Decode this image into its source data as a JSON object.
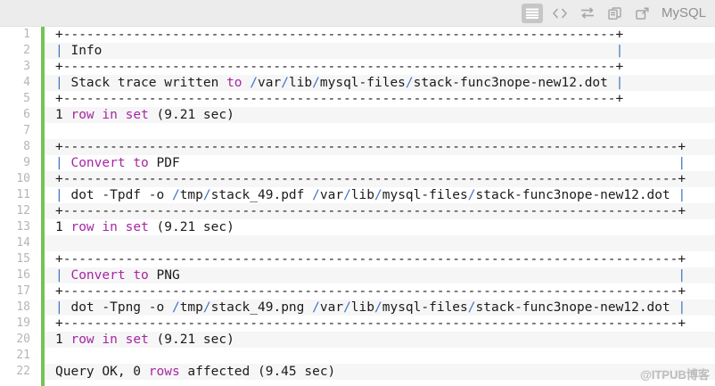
{
  "toolbar": {
    "label": "MySQL",
    "icons": [
      {
        "name": "show-plain-text-icon",
        "active": true
      },
      {
        "name": "view-source-icon",
        "active": false
      },
      {
        "name": "wrap-lines-icon",
        "active": false
      },
      {
        "name": "copy-icon",
        "active": false
      },
      {
        "name": "open-in-new-window-icon",
        "active": false
      }
    ]
  },
  "code": {
    "keyword_color": "#a626a4",
    "operator_color": "#3e74c0",
    "green_bar_color": "#74c455",
    "lines": [
      {
        "n": 1,
        "tokens": [
          [
            "+-----------------------------------------------------------------------+",
            "p"
          ]
        ]
      },
      {
        "n": 2,
        "tokens": [
          [
            "|",
            "o"
          ],
          [
            " Info",
            "p"
          ],
          [
            "                                                                  ",
            "p"
          ],
          [
            "|",
            "o"
          ]
        ]
      },
      {
        "n": 3,
        "tokens": [
          [
            "+-----------------------------------------------------------------------+",
            "p"
          ]
        ]
      },
      {
        "n": 4,
        "tokens": [
          [
            "|",
            "o"
          ],
          [
            " Stack trace written ",
            "p"
          ],
          [
            "to",
            "k"
          ],
          [
            " ",
            "p"
          ],
          [
            "/",
            "o"
          ],
          [
            "var",
            "p"
          ],
          [
            "/",
            "o"
          ],
          [
            "lib",
            "p"
          ],
          [
            "/",
            "o"
          ],
          [
            "mysql-files",
            "p"
          ],
          [
            "/",
            "o"
          ],
          [
            "stack-func3nope-new12.dot",
            "p"
          ],
          [
            " ",
            "p"
          ],
          [
            "|",
            "o"
          ]
        ]
      },
      {
        "n": 5,
        "tokens": [
          [
            "+-----------------------------------------------------------------------+",
            "p"
          ]
        ]
      },
      {
        "n": 6,
        "tokens": [
          [
            "1 ",
            "p"
          ],
          [
            "row",
            "k"
          ],
          [
            " ",
            "p"
          ],
          [
            "in",
            "k"
          ],
          [
            " ",
            "p"
          ],
          [
            "set",
            "k"
          ],
          [
            " (9.21 sec)",
            "p"
          ]
        ]
      },
      {
        "n": 7,
        "tokens": []
      },
      {
        "n": 8,
        "tokens": [
          [
            "+-------------------------------------------------------------------------------+",
            "p"
          ]
        ]
      },
      {
        "n": 9,
        "tokens": [
          [
            "|",
            "o"
          ],
          [
            " ",
            "p"
          ],
          [
            "Convert",
            "k"
          ],
          [
            " ",
            "p"
          ],
          [
            "to",
            "k"
          ],
          [
            " PDF",
            "p"
          ],
          [
            "                                                                ",
            "p"
          ],
          [
            "|",
            "o"
          ]
        ]
      },
      {
        "n": 10,
        "tokens": [
          [
            "+-------------------------------------------------------------------------------+",
            "p"
          ]
        ]
      },
      {
        "n": 11,
        "tokens": [
          [
            "|",
            "o"
          ],
          [
            " dot -Tpdf -o ",
            "p"
          ],
          [
            "/",
            "o"
          ],
          [
            "tmp",
            "p"
          ],
          [
            "/",
            "o"
          ],
          [
            "stack_49.pdf",
            "p"
          ],
          [
            " ",
            "p"
          ],
          [
            "/",
            "o"
          ],
          [
            "var",
            "p"
          ],
          [
            "/",
            "o"
          ],
          [
            "lib",
            "p"
          ],
          [
            "/",
            "o"
          ],
          [
            "mysql-files",
            "p"
          ],
          [
            "/",
            "o"
          ],
          [
            "stack-func3nope-new12.dot",
            "p"
          ],
          [
            " ",
            "p"
          ],
          [
            "|",
            "o"
          ]
        ]
      },
      {
        "n": 12,
        "tokens": [
          [
            "+-------------------------------------------------------------------------------+",
            "p"
          ]
        ]
      },
      {
        "n": 13,
        "tokens": [
          [
            "1 ",
            "p"
          ],
          [
            "row",
            "k"
          ],
          [
            " ",
            "p"
          ],
          [
            "in",
            "k"
          ],
          [
            " ",
            "p"
          ],
          [
            "set",
            "k"
          ],
          [
            " (9.21 sec)",
            "p"
          ]
        ]
      },
      {
        "n": 14,
        "tokens": []
      },
      {
        "n": 15,
        "tokens": [
          [
            "+-------------------------------------------------------------------------------+",
            "p"
          ]
        ]
      },
      {
        "n": 16,
        "tokens": [
          [
            "|",
            "o"
          ],
          [
            " ",
            "p"
          ],
          [
            "Convert",
            "k"
          ],
          [
            " ",
            "p"
          ],
          [
            "to",
            "k"
          ],
          [
            " PNG",
            "p"
          ],
          [
            "                                                                ",
            "p"
          ],
          [
            "|",
            "o"
          ]
        ]
      },
      {
        "n": 17,
        "tokens": [
          [
            "+-------------------------------------------------------------------------------+",
            "p"
          ]
        ]
      },
      {
        "n": 18,
        "tokens": [
          [
            "|",
            "o"
          ],
          [
            " dot -Tpng -o ",
            "p"
          ],
          [
            "/",
            "o"
          ],
          [
            "tmp",
            "p"
          ],
          [
            "/",
            "o"
          ],
          [
            "stack_49.png",
            "p"
          ],
          [
            " ",
            "p"
          ],
          [
            "/",
            "o"
          ],
          [
            "var",
            "p"
          ],
          [
            "/",
            "o"
          ],
          [
            "lib",
            "p"
          ],
          [
            "/",
            "o"
          ],
          [
            "mysql-files",
            "p"
          ],
          [
            "/",
            "o"
          ],
          [
            "stack-func3nope-new12.dot",
            "p"
          ],
          [
            " ",
            "p"
          ],
          [
            "|",
            "o"
          ]
        ]
      },
      {
        "n": 19,
        "tokens": [
          [
            "+-------------------------------------------------------------------------------+",
            "p"
          ]
        ]
      },
      {
        "n": 20,
        "tokens": [
          [
            "1 ",
            "p"
          ],
          [
            "row",
            "k"
          ],
          [
            " ",
            "p"
          ],
          [
            "in",
            "k"
          ],
          [
            " ",
            "p"
          ],
          [
            "set",
            "k"
          ],
          [
            " (9.21 sec)",
            "p"
          ]
        ]
      },
      {
        "n": 21,
        "tokens": []
      },
      {
        "n": 22,
        "tokens": [
          [
            "Query OK, 0 ",
            "p"
          ],
          [
            "rows",
            "k"
          ],
          [
            " affected (9.45 sec)",
            "p"
          ]
        ]
      }
    ]
  },
  "watermark": "@ITPUB博客"
}
